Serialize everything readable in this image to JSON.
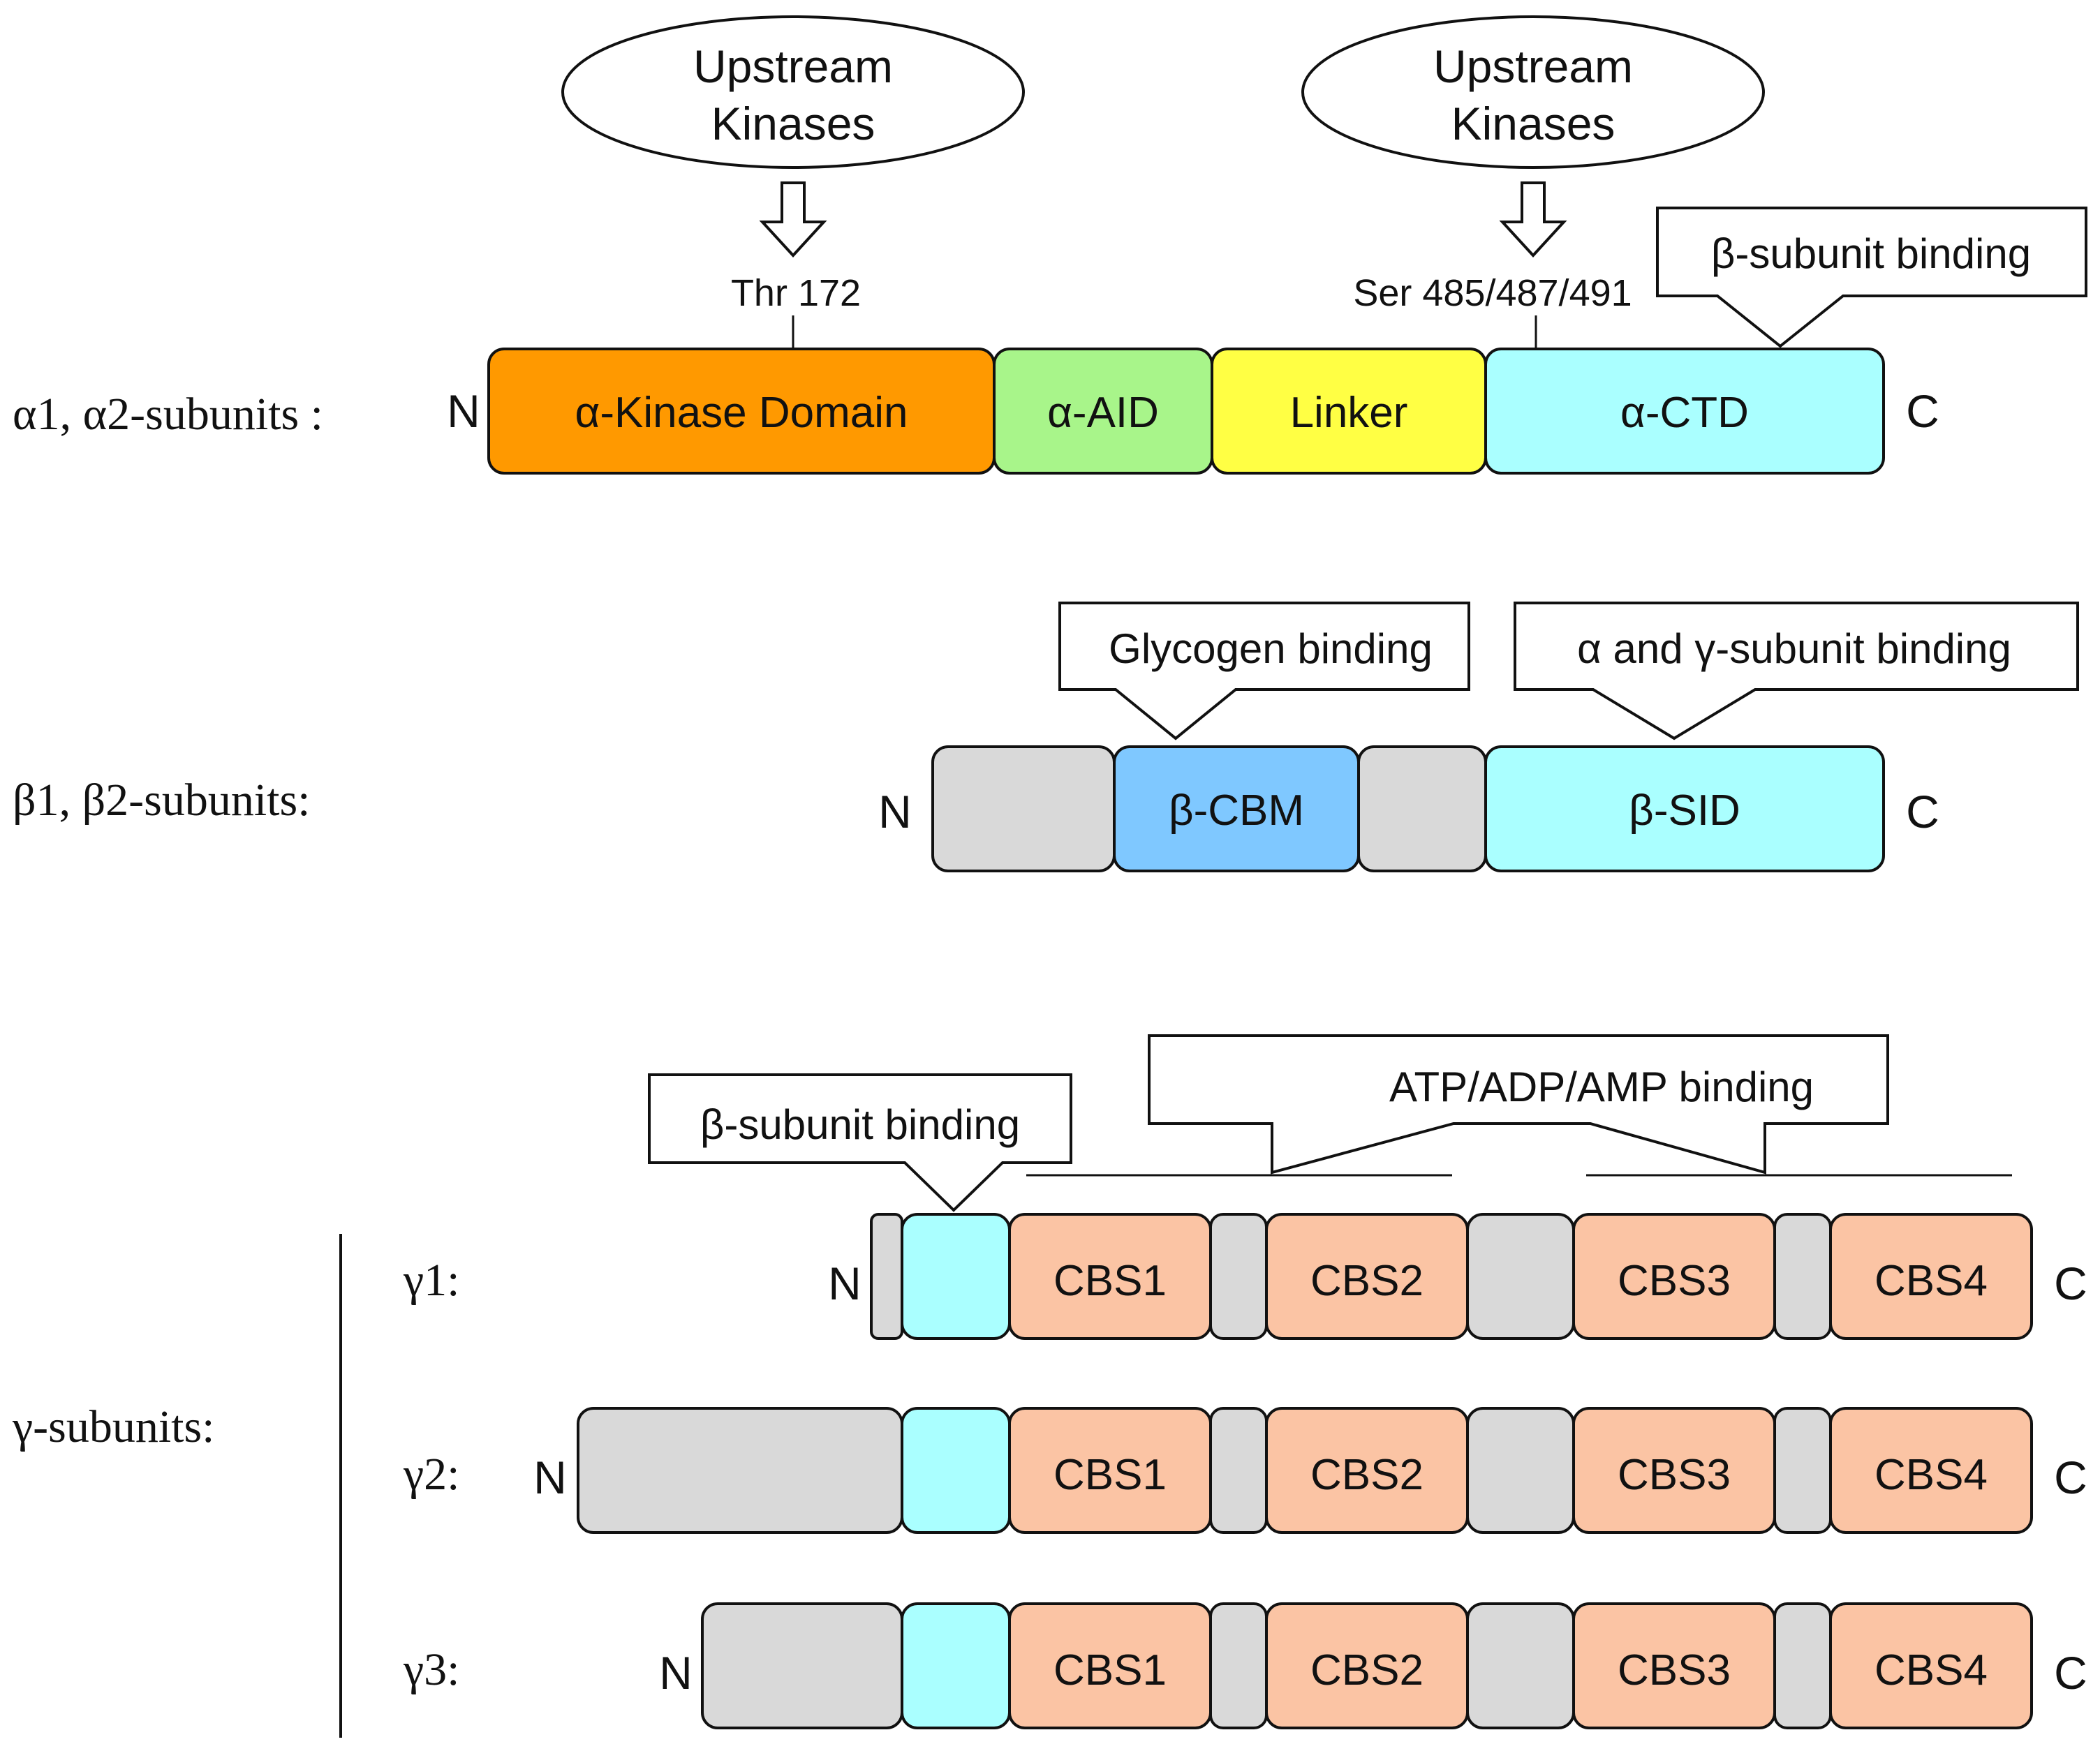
{
  "alpha": {
    "label": "α1, α2-subunits :",
    "n": "N",
    "c": "C",
    "kinase_top_1": "Upstream",
    "kinase_top_2": "Kinases",
    "kinase2_top_1": "Upstream",
    "kinase2_top_2": "Kinases",
    "site1": "Thr 172",
    "site2": "Ser 485/487/491",
    "callout": "β-subunit binding",
    "domains": [
      "α-Kinase Domain",
      "α-AID",
      "Linker",
      "α-CTD"
    ]
  },
  "beta": {
    "label": "β1, β2-subunits:",
    "n": "N",
    "c": "C",
    "callout_glycogen": "Glycogen binding",
    "callout_subunit": "α and γ-subunit binding",
    "domains": [
      "β-CBM",
      "β-SID"
    ]
  },
  "gamma": {
    "label": "γ-subunits:",
    "callout_beta": "β-subunit binding",
    "callout_nucleotide": "ATP/ADP/AMP binding",
    "rows": [
      {
        "label": "γ1:",
        "n": "N",
        "c": "C",
        "cbs": [
          "CBS1",
          "CBS2",
          "CBS3",
          "CBS4"
        ]
      },
      {
        "label": "γ2:",
        "n": "N",
        "c": "C",
        "cbs": [
          "CBS1",
          "CBS2",
          "CBS3",
          "CBS4"
        ]
      },
      {
        "label": "γ3:",
        "n": "N",
        "c": "C",
        "cbs": [
          "CBS1",
          "CBS2",
          "CBS3",
          "CBS4"
        ]
      }
    ]
  },
  "colors": {
    "kinase": "#ff9900",
    "aid": "#a8f58a",
    "linker": "#ffff44",
    "cyan": "#aaffff",
    "cbm": "#7fc8ff",
    "gray": "#d9d9d9",
    "cbs": "#fbc4a4"
  }
}
